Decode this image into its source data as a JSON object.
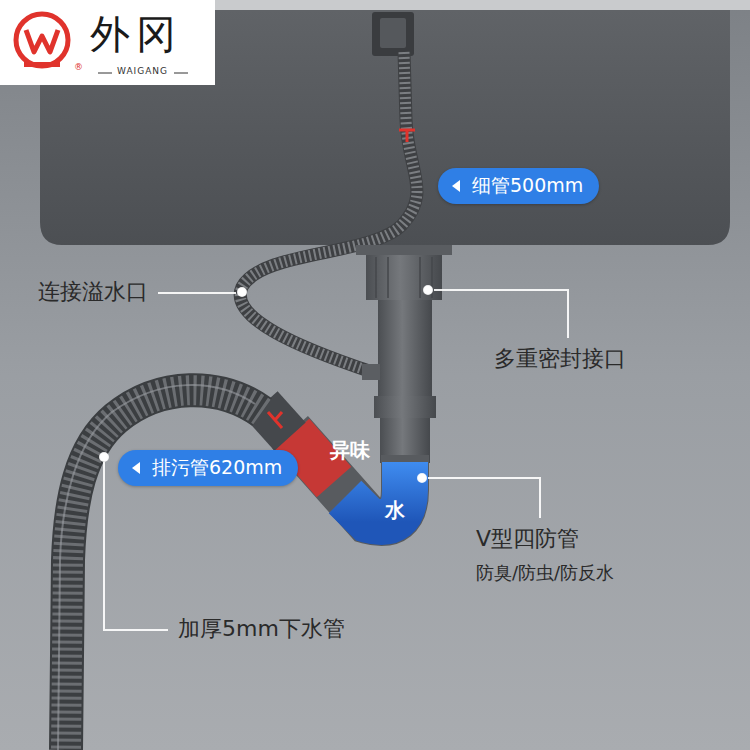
{
  "diagram": {
    "nodes": [
      {
        "text": [
          "外冈",
          "WAIGANG"
        ]
      },
      {
        "text": [
          "细管500mm"
        ]
      },
      {
        "text": [
          "排污管620mm"
        ]
      }
    ],
    "labels": [
      "®",
      "连接溢水口",
      "多重密封接口",
      "异味",
      "水",
      "V型四防管",
      "防臭/防虫/防反水",
      "加厚5mm下水管"
    ]
  }
}
